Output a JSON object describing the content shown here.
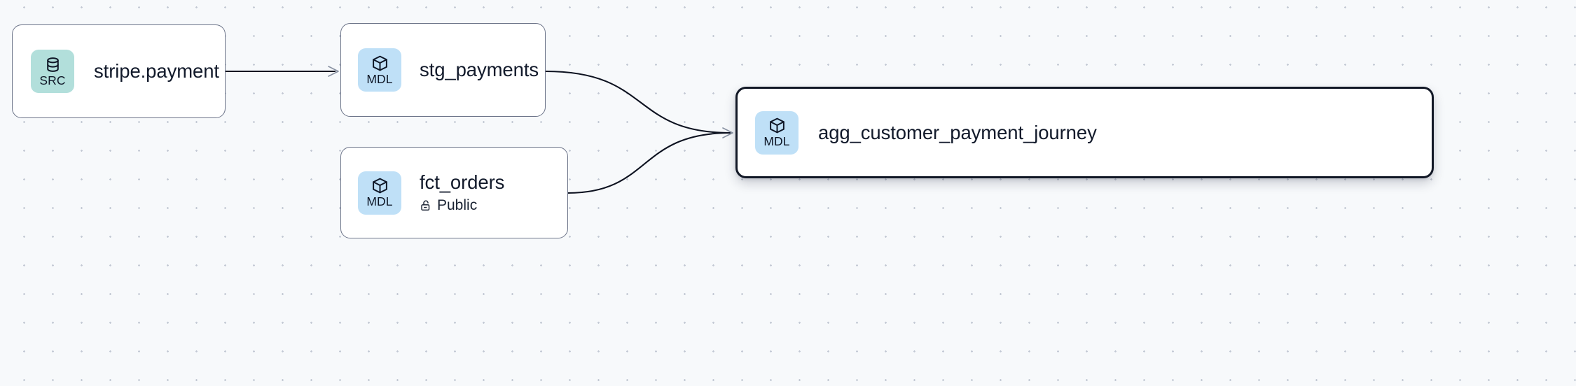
{
  "graph": {
    "type": "lineage-dag",
    "background_color": "#f7f9fb",
    "grid": "dot-grid",
    "edge_color": "#0d1220"
  },
  "badges": {
    "source": {
      "code": "SRC",
      "icon": "database-icon",
      "color": "#b2dfdb"
    },
    "model": {
      "code": "MDL",
      "icon": "cube-icon",
      "color": "#bfe0f7"
    }
  },
  "nodes": [
    {
      "id": "stripe-payment",
      "title": "stripe.payment",
      "badge_code": "SRC",
      "badge_icon": "database-icon",
      "badge_color": "#b2dfdb",
      "subtitle": null,
      "selected": false
    },
    {
      "id": "stg-payments",
      "title": "stg_payments",
      "badge_code": "MDL",
      "badge_icon": "cube-icon",
      "badge_color": "#bfe0f7",
      "subtitle": null,
      "selected": false
    },
    {
      "id": "fct-orders",
      "title": "fct_orders",
      "badge_code": "MDL",
      "badge_icon": "cube-icon",
      "badge_color": "#bfe0f7",
      "subtitle": "Public",
      "subtitle_icon": "unlock-icon",
      "selected": false
    },
    {
      "id": "agg-customer-payment-journey",
      "title": "agg_customer_payment_journey",
      "badge_code": "MDL",
      "badge_icon": "cube-icon",
      "badge_color": "#bfe0f7",
      "subtitle": null,
      "selected": true
    }
  ],
  "edges": [
    {
      "from": "stripe-payment",
      "to": "stg-payments",
      "style": "straight"
    },
    {
      "from": "stg-payments",
      "to": "agg-customer-payment-journey",
      "style": "bezier"
    },
    {
      "from": "fct-orders",
      "to": "agg-customer-payment-journey",
      "style": "bezier"
    }
  ]
}
